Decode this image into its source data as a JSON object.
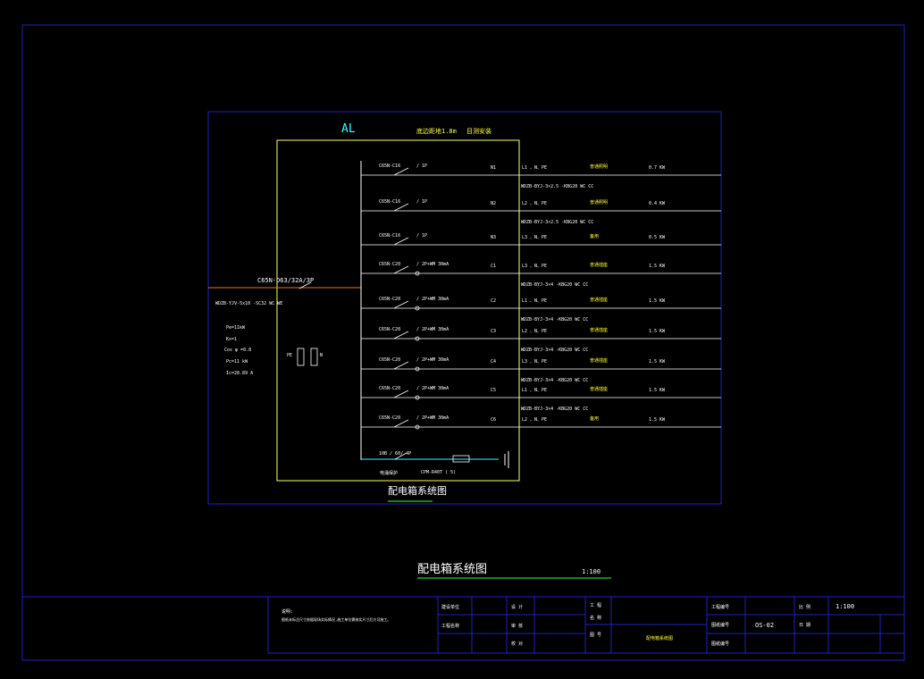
{
  "box_label": "AL",
  "header_note_1": "底边距地1.8m",
  "header_note_2": "目测安装",
  "incoming": {
    "breaker": "C65N-D63/32A/3P",
    "cable": "WDZB-YJV-5x10 -SC32 WC WE",
    "params": [
      "Pe=11kW",
      "Kx=1",
      "Cos φ =0.8",
      "Pc=11   kW",
      "Ic=28.89    A"
    ]
  },
  "bus_labels": {
    "pe": "PE",
    "n": "N"
  },
  "circuits": [
    {
      "breaker": "C65N-C16",
      "pole": "/ 1P",
      "code": "N1",
      "phase": "L1 、N、PE",
      "use": "普通照明",
      "power": "0.7 KW",
      "cable": "WDZB-BYJ-3×2.5 -KBG20 WC CC"
    },
    {
      "breaker": "C65N-C16",
      "pole": "/ 1P",
      "code": "N2",
      "phase": "L2 、N、PE",
      "use": "普通照明",
      "power": "0.4 KW",
      "cable": "WDZB-BYJ-3×2.5 -KBG20 WC CC"
    },
    {
      "breaker": "C65N-C16",
      "pole": "/ 1P",
      "code": "N3",
      "phase": "L3 、N、PE",
      "use": "备用",
      "power": "0.5 KW",
      "cable": ""
    },
    {
      "breaker": "C65N-C20",
      "pole": "/ 2P+WM  30mA",
      "code": "C1",
      "phase": "L3 、N、PE",
      "use": "普通插座",
      "power": "1.5 KW",
      "cable": "WDZB-BYJ-3×4 -KBG20 WC CC"
    },
    {
      "breaker": "C65N-C20",
      "pole": "/ 2P+WM  30mA",
      "code": "C2",
      "phase": "L1 、N、PE",
      "use": "普通插座",
      "power": "1.5 KW",
      "cable": "WDZB-BYJ-3×4 -KBG20 WC CC"
    },
    {
      "breaker": "C65N-C20",
      "pole": "/ 2P+WM  30mA",
      "code": "C3",
      "phase": "L2 、N、PE",
      "use": "普通插座",
      "power": "1.5 KW",
      "cable": "WDZB-BYJ-3×4 -KBG20 WC CC"
    },
    {
      "breaker": "C65N-C20",
      "pole": "/ 2P+WM  30mA",
      "code": "C4",
      "phase": "L3 、N、PE",
      "use": "普通插座",
      "power": "1.5 KW",
      "cable": "WDZB-BYJ-3×4 -KBG20 WC CC"
    },
    {
      "breaker": "C65N-C20",
      "pole": "/ 2P+WM  30mA",
      "code": "C5",
      "phase": "L1 、N、PE",
      "use": "普通插座",
      "power": "1.5 KW",
      "cable": "WDZB-BYJ-3×4 -KBG20 WC CC"
    },
    {
      "breaker": "C65N-C20",
      "pole": "/ 2P+WM  30mA",
      "code": "C6",
      "phase": "L2 、N、PE",
      "use": "备用",
      "power": "1.5 KW",
      "cable": ""
    }
  ],
  "spd": {
    "breaker": "10B / 60/ 4P",
    "label": "电涌保护",
    "device": "CPM-R40T  ( 5)"
  },
  "inner_title": "配电箱系统图",
  "main_title": "配电箱系统图",
  "main_scale": "1:100",
  "title_block": {
    "note_label": "说明:",
    "note_text": "图纸未标注尺寸依据现场实际情况,施工单位需核实尺寸后方可施工。",
    "col1": [
      "建设单位",
      "工程名称"
    ],
    "col2": [
      "设 计",
      "审 核",
      "校 对"
    ],
    "col3": [
      "工 程",
      "名 称",
      "图 号"
    ],
    "drawing_name": "配电箱系统图",
    "col4": [
      "工程编号",
      "图纸编号",
      "图纸编号"
    ],
    "drawing_no": "OS-02",
    "col5": [
      "比 例",
      "日 期"
    ],
    "scale_value": "1:100"
  },
  "colors": {
    "frame": "#2020c0",
    "white": "#ffffff",
    "yellow": "#ffff44",
    "cyan": "#33ffff",
    "orange": "#e07830",
    "green": "#33ff33"
  }
}
